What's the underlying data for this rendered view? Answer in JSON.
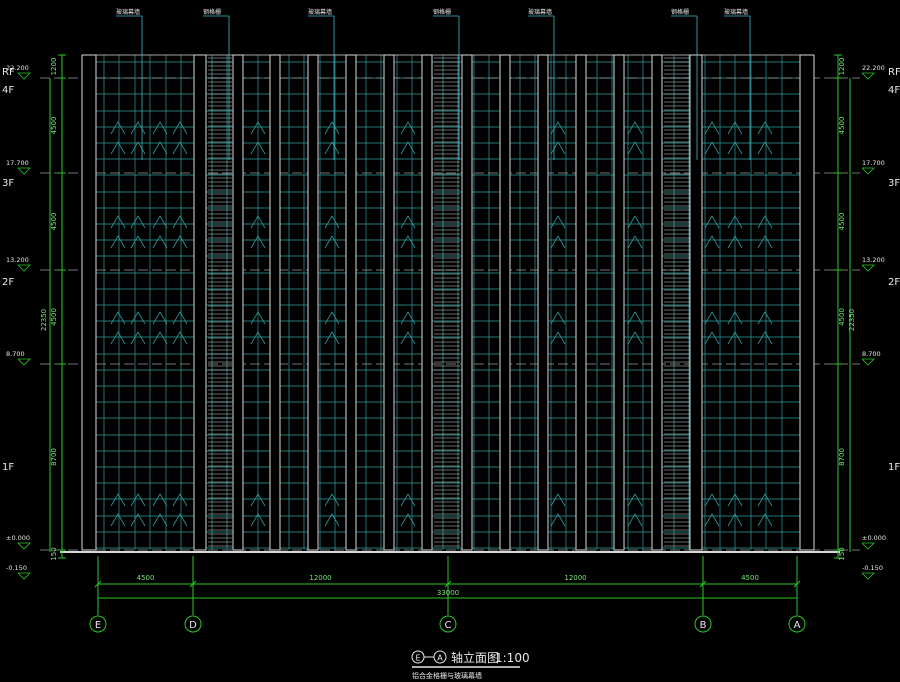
{
  "colors": {
    "background": "#000000",
    "grid_cyan": "#2f9e9e",
    "frame_white": "#d8d8d8",
    "dimension_green": "#28c828",
    "text_white": "#e8e8e8",
    "text_green": "#7be37b",
    "callout_cyan": "#3fb6c8"
  },
  "levels": [
    {
      "elevation": "22.200",
      "floor": "RF"
    },
    {
      "elevation": "17.700",
      "floor": "3F"
    },
    {
      "elevation": "13.200",
      "floor": "2F"
    },
    {
      "elevation": "8.700",
      "floor": ""
    },
    {
      "elevation": "±0.000",
      "floor": "1F"
    },
    {
      "elevation": "-0.150",
      "floor": ""
    }
  ],
  "floor_labels": [
    "RF",
    "4F",
    "3F",
    "2F",
    "1F"
  ],
  "right_elevations": [
    "22.200",
    "17.700",
    "13.200",
    "8.700",
    "±0.000",
    "-0.150"
  ],
  "vertical_dims": {
    "segments": [
      "1200",
      "4500",
      "4500",
      "4500",
      "8700",
      "150"
    ],
    "total": "22350"
  },
  "horizontal_dims": {
    "segments": [
      "4500",
      "12000",
      "12000",
      "4500"
    ],
    "total": "33000"
  },
  "axes": [
    "E",
    "D",
    "C",
    "B",
    "A"
  ],
  "callouts": [
    "玻璃幕墙",
    "钢格栅",
    "玻璃幕墙",
    "钢格栅",
    "玻璃幕墙",
    "钢格栅",
    "玻璃幕墙"
  ],
  "title": {
    "from_axis": "E",
    "to_axis": "A",
    "text": "轴立面图",
    "scale": "1:100",
    "subtitle": "铝合金格栅与玻璃幕墙"
  }
}
